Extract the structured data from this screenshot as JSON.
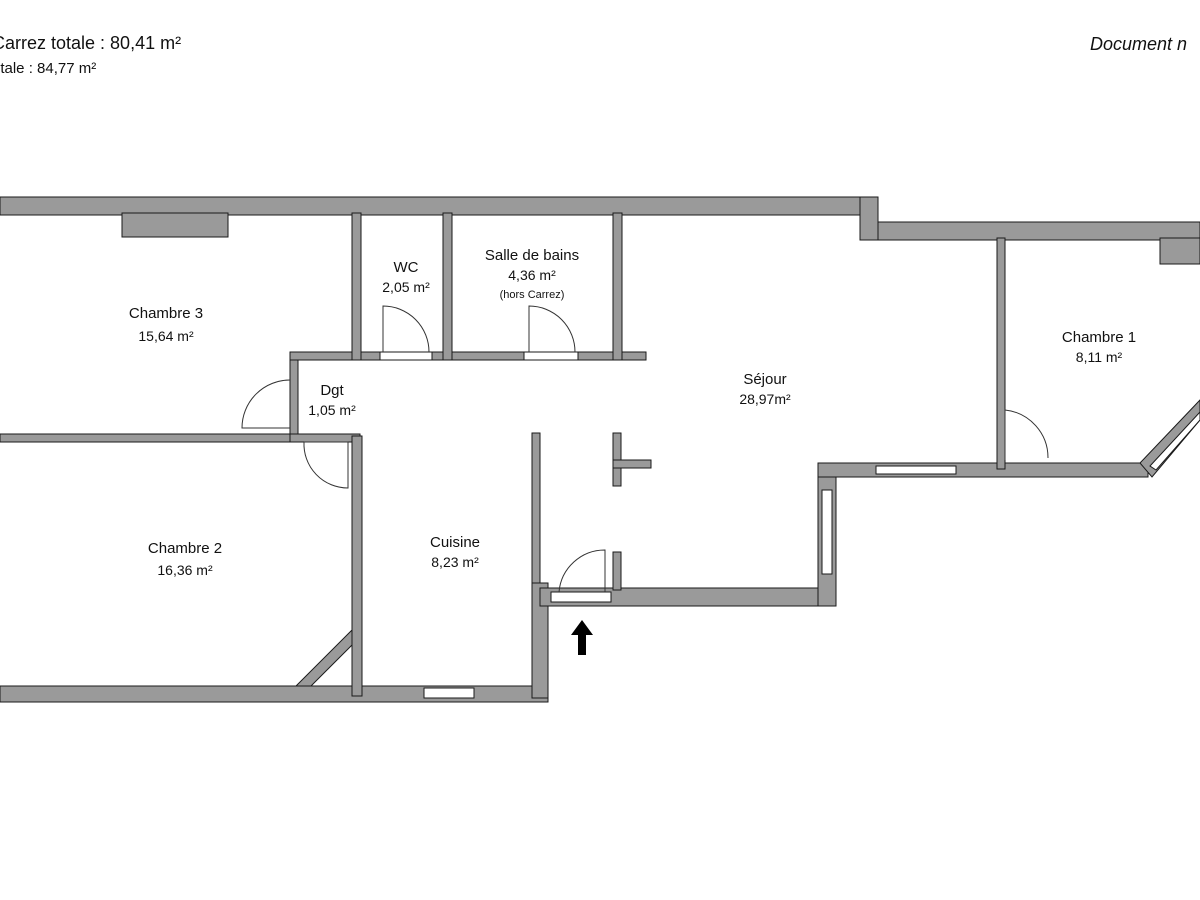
{
  "header": {
    "surface_carrez": "Carrez totale :  80,41 m²",
    "surface_totale": "otale :  84,77 m²",
    "document_note": "Document n"
  },
  "rooms": {
    "chambre3": {
      "name": "Chambre 3",
      "area": "15,64 m²"
    },
    "chambre2": {
      "name": "Chambre 2",
      "area": "16,36 m²"
    },
    "wc": {
      "name": "WC",
      "area": "2,05 m²"
    },
    "sdb": {
      "name": "Salle de bains",
      "area": "4,36 m²",
      "note": "(hors Carrez)"
    },
    "dgt": {
      "name": "Dgt",
      "area": "1,05 m²"
    },
    "cuisine": {
      "name": "Cuisine",
      "area": "8,23 m²"
    },
    "sejour": {
      "name": "Séjour",
      "area": "28,97m²"
    },
    "chambre1": {
      "name": "Chambre 1",
      "area": "8,11 m²"
    }
  },
  "colors": {
    "wall": "#9a9a9a",
    "wall_outline": "#1a1a1a",
    "window": "#ffffff",
    "arrow": "#000000"
  },
  "icons": {
    "entrance": "entrance-arrow-icon"
  }
}
